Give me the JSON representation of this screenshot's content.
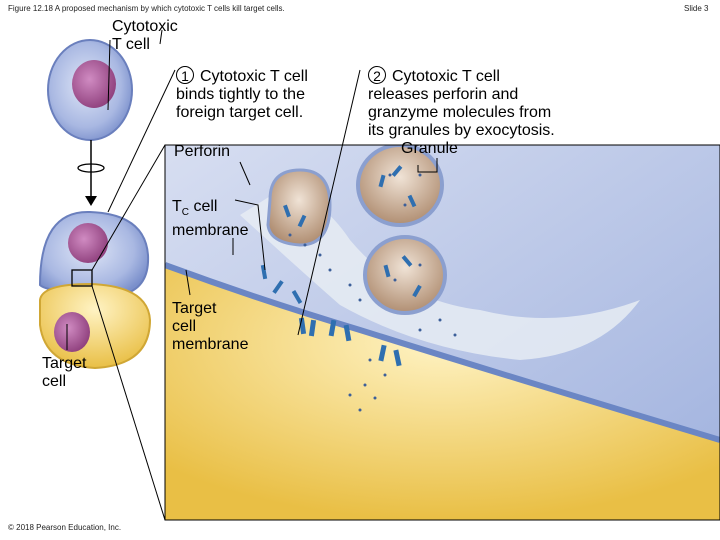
{
  "header": {
    "figure_title": "Figure 12.18 A proposed mechanism by which cytotoxic T cells kill target cells.",
    "slide": "Slide 3"
  },
  "labels": {
    "cytotoxic_t_cell": "Cytotoxic\nT cell",
    "target_cell": "Target\ncell",
    "perforin": "Perforin",
    "tc_cell_membrane_main": "T",
    "tc_cell_membrane_sub": "C",
    "tc_cell_membrane_rest": " cell",
    "tc_cell_membrane_line2": "membrane",
    "target_cell_membrane": "Target\ncell\nmembrane",
    "granule": "Granule"
  },
  "steps": [
    {
      "number": "1",
      "text": "Cytotoxic T cell\nbinds tightly to the\nforeign target cell."
    },
    {
      "number": "2",
      "text": "Cytotoxic T cell\nreleases perforin and\ngranzyme molecules from\nits granules by exocytosis."
    }
  ],
  "footer": {
    "copyright": "© 2018 Pearson Education, Inc."
  },
  "colors": {
    "tcell_cytoplasm": "#8fa3d8",
    "tcell_nucleus": "#a4508f",
    "target_cytoplasm": "#f2d26a",
    "granule": "#c9b09a",
    "perforin": "#2f6fb0",
    "background_panel": "#c8d3ea"
  }
}
